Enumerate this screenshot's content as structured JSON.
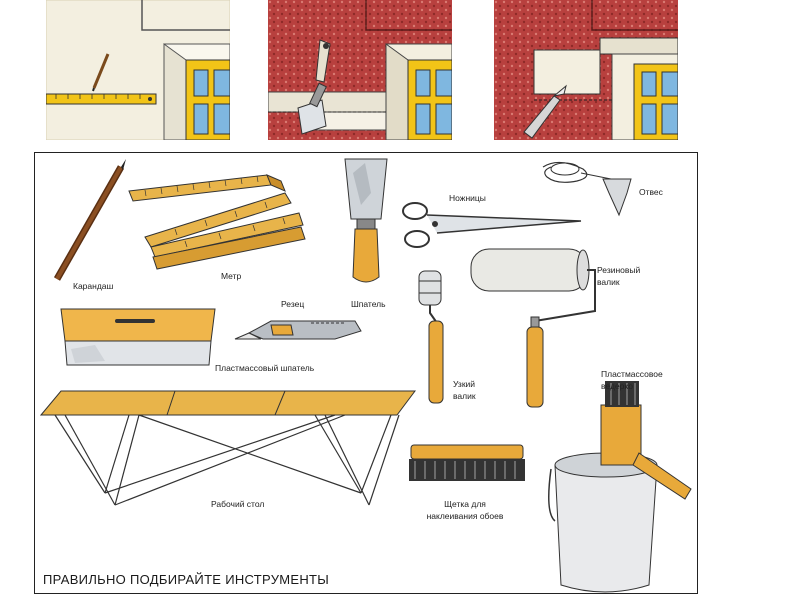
{
  "colors": {
    "wallpaper_red": "#b8403e",
    "wood": "#e8a93a",
    "window_yellow": "#f2c417",
    "glass_blue": "#7fb7e0",
    "metal_gray": "#b9bec4"
  },
  "panels": [
    {
      "name": "step-1-mark-line"
    },
    {
      "name": "step-2-trim-with-spatula"
    },
    {
      "name": "step-3-cut-with-knife"
    }
  ],
  "labels": {
    "pencil": "Карандаш",
    "ruler": "Метр",
    "cutter": "Резец",
    "spatula": "Шпатель",
    "scissors": "Ножницы",
    "plumb": "Отвес",
    "rubber_roller": [
      "Резиновый",
      "валик"
    ],
    "plastic_spatula": "Пластмассовый шпатель",
    "narrow_roller": [
      "Узкий",
      "валик"
    ],
    "plastic_bucket": [
      "Пластмассовое",
      "ведерко"
    ],
    "work_table": "Рабочий стол",
    "brush": [
      "Щетка для",
      "наклеивания обоев"
    ]
  },
  "caption": "ПРАВИЛЬНО ПОДБИРАЙТЕ ИНСТРУМЕНТЫ"
}
